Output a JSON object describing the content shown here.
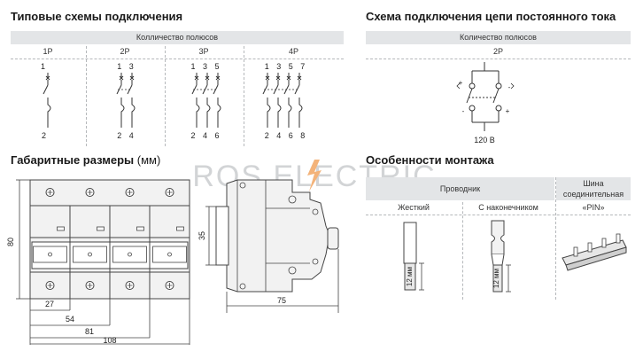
{
  "left_title": "Типовые схемы подключения",
  "poles_header": "Колличество полюсов",
  "pole_types": [
    "1P",
    "2P",
    "3P",
    "4P"
  ],
  "diagram_top": [
    "1",
    "1 3",
    "1 3 5",
    "1 3 5 7"
  ],
  "diagram_bottom": [
    "2",
    "2 4",
    "2 4 6",
    "2 4 6 8"
  ],
  "right_title": "Схема подключения цепи постоянного тока",
  "dc_poles_header": "Количество полюсов",
  "dc_pole_type": "2P",
  "dc_voltage": "120 В",
  "dc_polarity": [
    "+",
    "-",
    "-",
    "+"
  ],
  "dims_title": "Габаритные размеры",
  "dims_unit": "(мм)",
  "watermark": "ROS ELECTRIC",
  "dims": {
    "height": "80",
    "d27": "27",
    "d54": "54",
    "d81": "81",
    "d108": "108",
    "d35": "35",
    "d75": "75"
  },
  "mount_title": "Особенности монтажа",
  "mount": {
    "conductor": "Проводник",
    "busbar": "Шина соединительная",
    "rigid": "Жесткий",
    "lug": "С наконечником",
    "pin": "«PIN»",
    "strip1": "12 мм",
    "strip2": "12 мм"
  }
}
